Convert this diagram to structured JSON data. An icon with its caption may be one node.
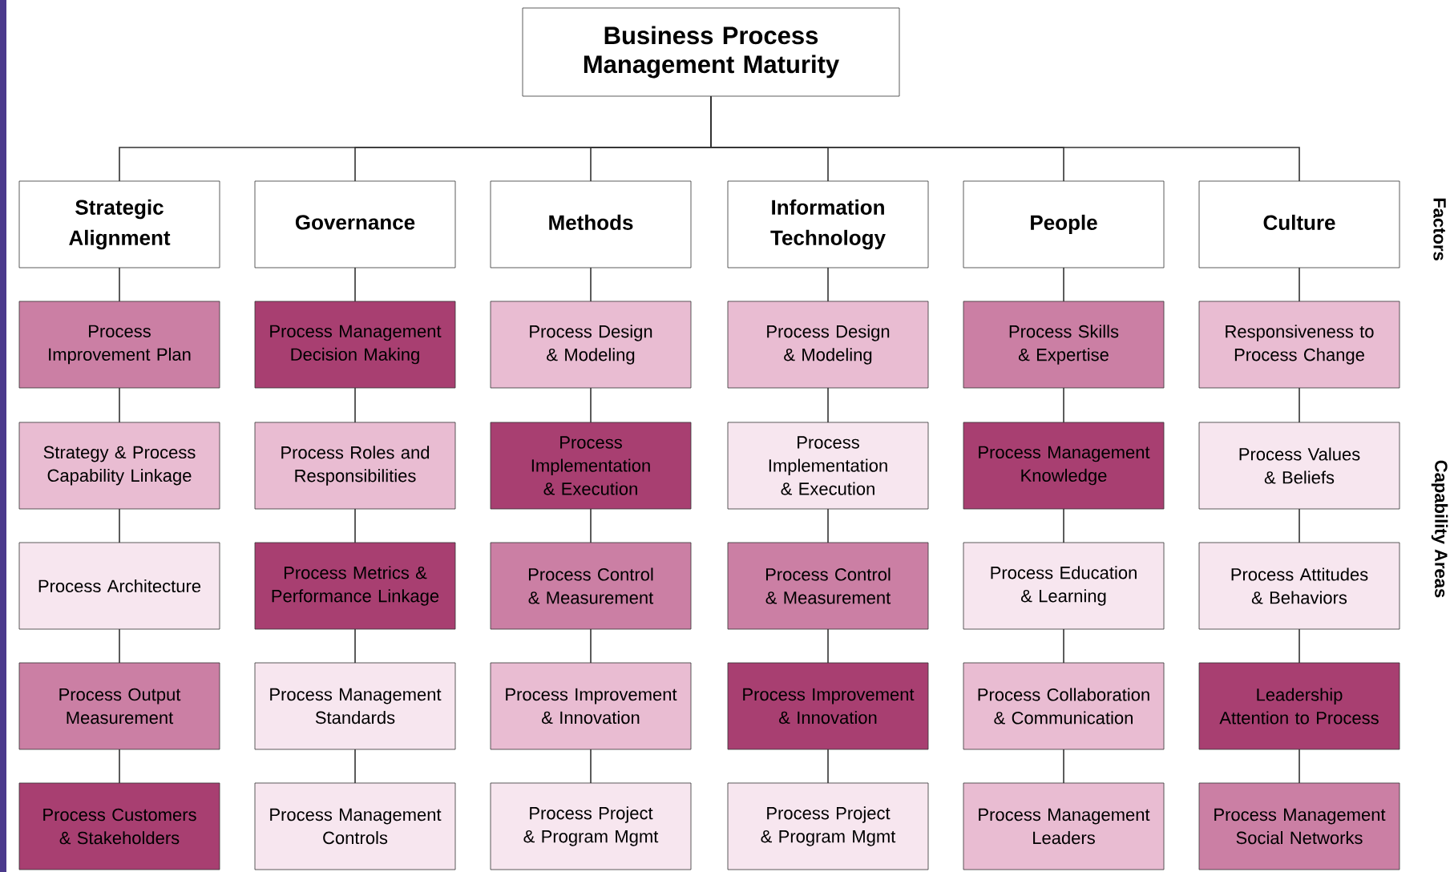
{
  "diagram": {
    "nodes": [
      {
        "text": [
          "Business Process Management Maturity"
        ]
      },
      {
        "text": [
          "Strategic Alignment"
        ]
      },
      {
        "text": [
          "Governance"
        ]
      },
      {
        "text": [
          "Methods"
        ]
      },
      {
        "text": [
          "Information Technology"
        ]
      },
      {
        "text": [
          "People"
        ]
      },
      {
        "text": [
          "Culture"
        ]
      },
      {
        "text": [
          "Process Improvement Plan"
        ]
      },
      {
        "text": [
          "Process Management Decision Making"
        ]
      },
      {
        "text": [
          "Process Design & Modeling"
        ]
      },
      {
        "text": [
          "Process Design & Modeling"
        ]
      },
      {
        "text": [
          "Process Skills & Expertise"
        ]
      },
      {
        "text": [
          "Responsiveness to Process Change"
        ]
      },
      {
        "text": [
          "Strategy & Process Capability Linkage"
        ]
      },
      {
        "text": [
          "Process Roles and Responsibilities"
        ]
      },
      {
        "text": [
          "Process Implementation & Execution"
        ]
      },
      {
        "text": [
          "Process Implementation & Execution"
        ]
      },
      {
        "text": [
          "Process Management Knowledge"
        ]
      },
      {
        "text": [
          "Process Values & Beliefs"
        ]
      },
      {
        "text": [
          "Process Architecture"
        ]
      },
      {
        "text": [
          "Process Metrics & Performance Linkage"
        ]
      },
      {
        "text": [
          "Process Control & Measurement"
        ]
      },
      {
        "text": [
          "Process Control & Measurement"
        ]
      },
      {
        "text": [
          "Process Education & Learning"
        ]
      },
      {
        "text": [
          "Process Attitudes & Behaviors"
        ]
      },
      {
        "text": [
          "Process Output Measurement"
        ]
      },
      {
        "text": [
          "Process Management Standards"
        ]
      },
      {
        "text": [
          "Process Improvement & Innovation"
        ]
      },
      {
        "text": [
          "Process Improvement & Innovation"
        ]
      },
      {
        "text": [
          "Process Collaboration & Communication"
        ]
      },
      {
        "text": [
          "Leadership Attention to Process"
        ]
      },
      {
        "text": [
          "Process Customers & Stakeholders"
        ]
      },
      {
        "text": [
          "Process Management Controls"
        ]
      },
      {
        "text": [
          "Process Project & Program Mgmt"
        ]
      },
      {
        "text": [
          "Process Project & Program Mgmt"
        ]
      },
      {
        "text": [
          "Process Management Leaders"
        ]
      },
      {
        "text": [
          "Process Management Social Networks"
        ]
      }
    ],
    "edges": [
      {
        "from": 0,
        "to": 1,
        "arrow": "none"
      },
      {
        "from": 0,
        "to": 2,
        "arrow": "none"
      },
      {
        "from": 0,
        "to": 3,
        "arrow": "none"
      },
      {
        "from": 0,
        "to": 4,
        "arrow": "none"
      },
      {
        "from": 0,
        "to": 5,
        "arrow": "none"
      },
      {
        "from": 0,
        "to": 6,
        "arrow": "none"
      },
      {
        "from": 1,
        "to": 7,
        "arrow": "none"
      },
      {
        "from": 2,
        "to": 8,
        "arrow": "none"
      },
      {
        "from": 3,
        "to": 9,
        "arrow": "none"
      },
      {
        "from": 4,
        "to": 10,
        "arrow": "none"
      },
      {
        "from": 5,
        "to": 11,
        "arrow": "none"
      },
      {
        "from": 6,
        "to": 12,
        "arrow": "none"
      },
      {
        "from": 7,
        "to": 13,
        "arrow": "none"
      },
      {
        "from": 8,
        "to": 14,
        "arrow": "none"
      },
      {
        "from": 9,
        "to": 15,
        "arrow": "none"
      },
      {
        "from": 10,
        "to": 16,
        "arrow": "none"
      },
      {
        "from": 11,
        "to": 17,
        "arrow": "none"
      },
      {
        "from": 12,
        "to": 18,
        "arrow": "none"
      },
      {
        "from": 13,
        "to": 19,
        "arrow": "none"
      },
      {
        "from": 14,
        "to": 20,
        "arrow": "none"
      },
      {
        "from": 15,
        "to": 21,
        "arrow": "none"
      },
      {
        "from": 16,
        "to": 22,
        "arrow": "none"
      },
      {
        "from": 17,
        "to": 23,
        "arrow": "none"
      },
      {
        "from": 18,
        "to": 24,
        "arrow": "none"
      },
      {
        "from": 19,
        "to": 25,
        "arrow": "none"
      },
      {
        "from": 20,
        "to": 26,
        "arrow": "none"
      },
      {
        "from": 21,
        "to": 27,
        "arrow": "none"
      },
      {
        "from": 22,
        "to": 28,
        "arrow": "none"
      },
      {
        "from": 23,
        "to": 29,
        "arrow": "none"
      },
      {
        "from": 24,
        "to": 30,
        "arrow": "none"
      },
      {
        "from": 25,
        "to": 31,
        "arrow": "none"
      },
      {
        "from": 26,
        "to": 32,
        "arrow": "none"
      },
      {
        "from": 27,
        "to": 33,
        "arrow": "none"
      },
      {
        "from": 28,
        "to": 34,
        "arrow": "none"
      },
      {
        "from": 29,
        "to": 35,
        "arrow": "none"
      },
      {
        "from": 30,
        "to": 36,
        "arrow": "none"
      }
    ],
    "labels": [
      "Factors",
      "Capability Areas"
    ]
  }
}
